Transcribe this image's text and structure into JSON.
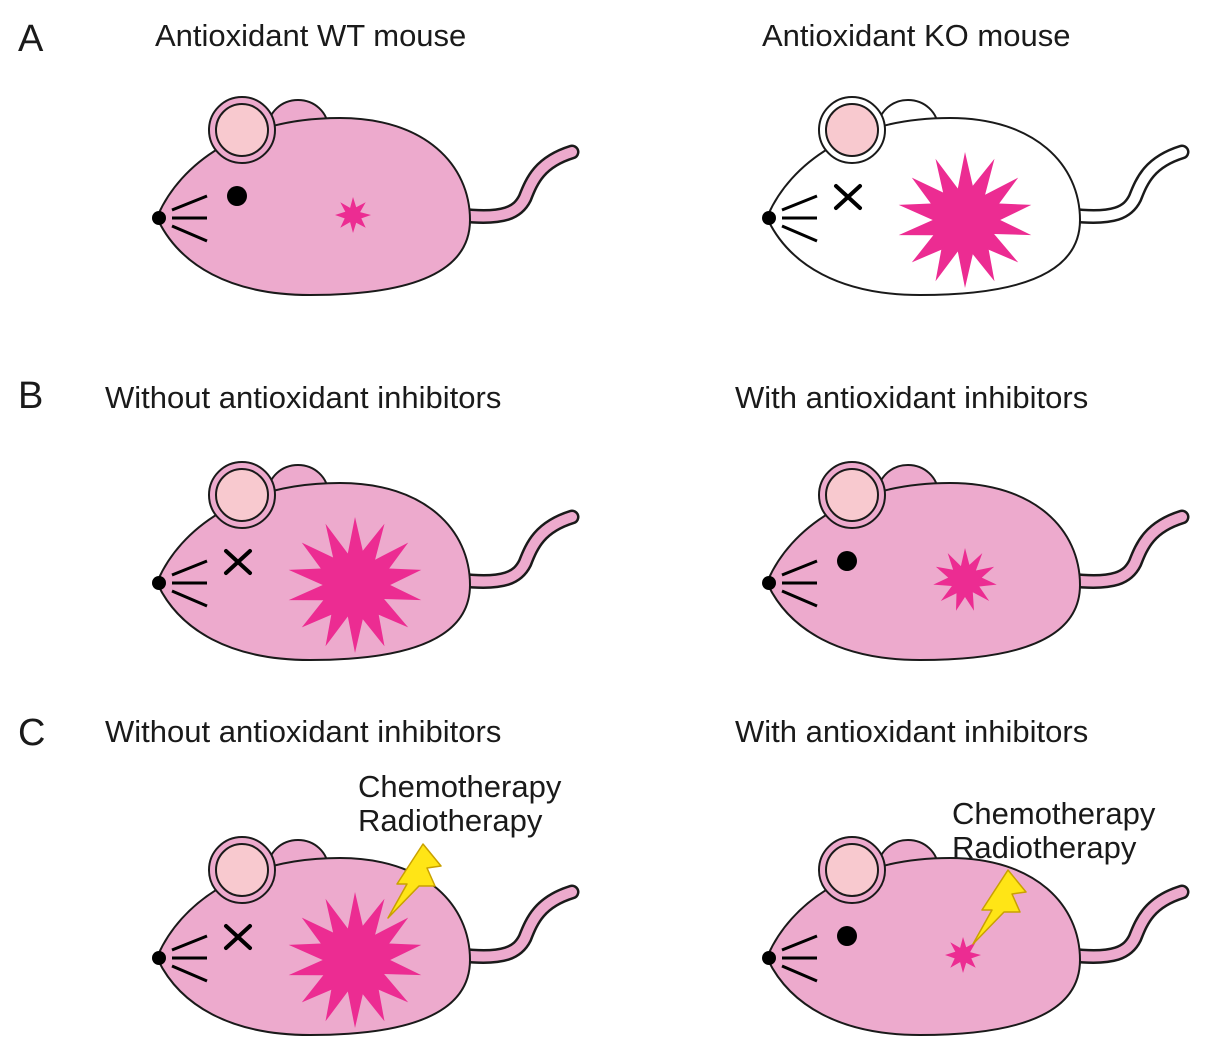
{
  "panels": {
    "A": {
      "letter": "A",
      "left": {
        "title": "Antioxidant WT mouse",
        "body_color": "#edaacd",
        "eye": "open",
        "tumor": "small"
      },
      "right": {
        "title": "Antioxidant KO mouse",
        "body_color": "#ffffff",
        "eye": "x",
        "tumor": "large"
      }
    },
    "B": {
      "letter": "B",
      "left": {
        "title": "Without antioxidant inhibitors",
        "body_color": "#edaacd",
        "eye": "x",
        "tumor": "large"
      },
      "right": {
        "title": "With antioxidant inhibitors",
        "body_color": "#edaacd",
        "eye": "open",
        "tumor": "medium"
      }
    },
    "C": {
      "letter": "C",
      "left": {
        "title": "Without antioxidant inhibitors",
        "body_color": "#edaacd",
        "eye": "x",
        "tumor": "large",
        "therapy_line1": "Chemotherapy",
        "therapy_line2": "Radiotherapy"
      },
      "right": {
        "title": "With antioxidant inhibitors",
        "body_color": "#edaacd",
        "eye": "open",
        "tumor": "small",
        "therapy_line1": "Chemotherapy",
        "therapy_line2": "Radiotherapy"
      }
    }
  },
  "colors": {
    "mouse_pink": "#edaacd",
    "ear_inner": "#f8c9cf",
    "tumor": "#ec2c92",
    "bolt": "#ffe516",
    "outline": "#1a1a1a"
  },
  "icons": {
    "tumor": "starburst-icon",
    "therapy": "lightning-bolt-icon",
    "dead_eye": "x-eye-icon"
  }
}
